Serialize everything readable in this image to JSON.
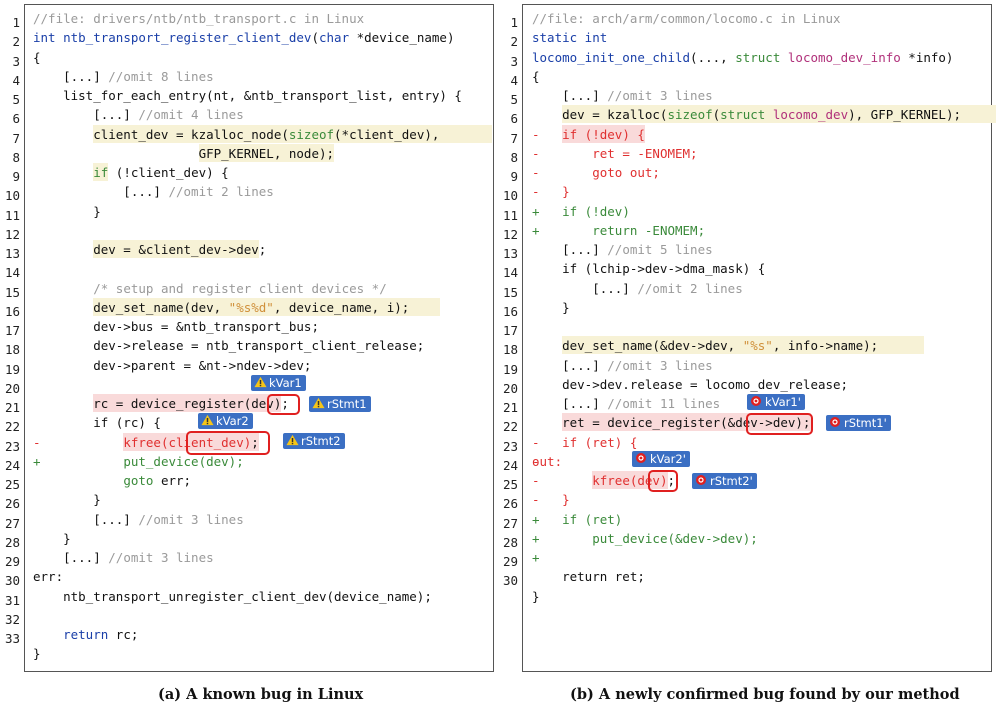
{
  "captions": {
    "a": "(a) A known bug in Linux",
    "b": "(b) A newly confirmed bug found by our method"
  },
  "colors": {
    "keyword": "#1a3fa8",
    "comment": "#9a9a9a",
    "string": "#d0903a",
    "type": "#3a8a3a",
    "struct_name": "#b0307a",
    "function": "#1a3fa8",
    "minus": "#e03030",
    "plus": "#3a8a3a",
    "badge": "#3b6fc3",
    "highlight_yellow": "#f7f2d6",
    "highlight_red": "#f9dada",
    "box": "#e02020"
  },
  "panel_a": {
    "line_numbers": [
      "1",
      "2",
      "3",
      "4",
      "5",
      "6",
      "7",
      "8",
      "9",
      "10",
      "11",
      "12",
      "13",
      "14",
      "15",
      "16",
      "17",
      "18",
      "19",
      "20",
      "21",
      "22",
      "23",
      "24",
      "25",
      "26",
      "27",
      "28",
      "29",
      "30",
      "31",
      "32",
      "33"
    ],
    "lines": [
      [
        [
          "comment",
          "//file: drivers/ntb/ntb_transport.c in Linux"
        ]
      ],
      [
        [
          "keyword",
          "int "
        ],
        [
          "function",
          "ntb_transport_register_client_dev"
        ],
        [
          "plain",
          "("
        ],
        [
          "keyword",
          "char"
        ],
        [
          "plain",
          " *device_name)"
        ]
      ],
      [
        [
          "plain",
          "{"
        ]
      ],
      [
        [
          "plain",
          "    [...] "
        ],
        [
          "comment",
          "//omit 8 lines"
        ]
      ],
      [
        [
          "plain",
          "    list_for_each_entry(nt, &ntb_transport_list, entry) {"
        ]
      ],
      [
        [
          "plain",
          "        [...] "
        ],
        [
          "comment",
          "//omit 4 lines"
        ]
      ],
      [
        [
          "plain",
          "        client_dev = kzalloc_node("
        ],
        [
          "type",
          "sizeof"
        ],
        [
          "plain",
          "(*client_dev),"
        ]
      ],
      [
        [
          "plain",
          "                      GFP_KERNEL, node);"
        ]
      ],
      [
        [
          "plain",
          "        "
        ],
        [
          "type",
          "if"
        ],
        [
          "plain",
          " (!client_dev) {"
        ]
      ],
      [
        [
          "plain",
          "            [...] "
        ],
        [
          "comment",
          "//omit 2 lines"
        ]
      ],
      [
        [
          "plain",
          "        }"
        ]
      ],
      [
        [
          "plain",
          ""
        ]
      ],
      [
        [
          "plain",
          "        dev = &client_dev->dev;"
        ]
      ],
      [
        [
          "plain",
          ""
        ]
      ],
      [
        [
          "plain",
          "        "
        ],
        [
          "comment",
          "/* setup and register client devices */"
        ]
      ],
      [
        [
          "plain",
          "        dev_set_name(dev, "
        ],
        [
          "string",
          "\"%s%d\""
        ],
        [
          "plain",
          ", device_name, i);"
        ]
      ],
      [
        [
          "plain",
          "        dev->bus = &ntb_transport_bus;"
        ]
      ],
      [
        [
          "plain",
          "        dev->release = ntb_transport_client_release;"
        ]
      ],
      [
        [
          "plain",
          "        dev->parent = &nt->ndev->dev;"
        ]
      ],
      [
        [
          "plain",
          ""
        ]
      ],
      [
        [
          "plain",
          "        rc = device_register(dev);"
        ]
      ],
      [
        [
          "plain",
          "        if (rc) {"
        ]
      ],
      [
        [
          "plain",
          "            "
        ],
        [
          "minus",
          "kfree(client_dev)"
        ],
        [
          "plain",
          ";"
        ]
      ],
      [
        [
          "plain",
          "            "
        ],
        [
          "plus",
          "put_device(dev);"
        ]
      ],
      [
        [
          "plain",
          "            "
        ],
        [
          "plus",
          "goto"
        ],
        [
          "plain",
          " err;"
        ]
      ],
      [
        [
          "plain",
          "        }"
        ]
      ],
      [
        [
          "plain",
          "        [...] "
        ],
        [
          "comment",
          "//omit 3 lines"
        ]
      ],
      [
        [
          "plain",
          "    }"
        ]
      ],
      [
        [
          "plain",
          "    [...] "
        ],
        [
          "comment",
          "//omit 3 lines"
        ]
      ],
      [
        [
          "plain",
          "err:"
        ]
      ],
      [
        [
          "plain",
          "    ntb_transport_unregister_client_dev(device_name);"
        ]
      ],
      [
        [
          "plain",
          ""
        ]
      ],
      [
        [
          "plain",
          "    "
        ],
        [
          "keyword",
          "return"
        ],
        [
          "plain",
          " rc;"
        ]
      ],
      [
        [
          "plain",
          "}"
        ]
      ]
    ],
    "diff_marks": [
      {
        "line": 22,
        "mark": "-"
      },
      {
        "line": 23,
        "mark": "+"
      }
    ],
    "badges": {
      "kvar1": "kVar1",
      "rstmt1": "rStmt1",
      "kvar2": "kVar2",
      "rstmt2": "rStmt2"
    }
  },
  "panel_b": {
    "line_numbers": [
      "1",
      "2",
      "3",
      "4",
      "5",
      "6",
      "7",
      "8",
      "9",
      "10",
      "11",
      "12",
      "13",
      "14",
      "15",
      "16",
      "17",
      "18",
      "19",
      "20",
      "21",
      "22",
      "23",
      "24",
      "25",
      "26",
      "27",
      "28",
      "29",
      "30"
    ],
    "lines": [
      [
        [
          "comment",
          "//file: arch/arm/common/locomo.c in Linux"
        ]
      ],
      [
        [
          "keyword",
          "static int"
        ]
      ],
      [
        [
          "function",
          "locomo_init_one_child"
        ],
        [
          "plain",
          "(..., "
        ],
        [
          "type",
          "struct "
        ],
        [
          "struct_name",
          "locomo_dev_info"
        ],
        [
          "plain",
          " *info)"
        ]
      ],
      [
        [
          "plain",
          "{"
        ]
      ],
      [
        [
          "plain",
          "    [...] "
        ],
        [
          "comment",
          "//omit 3 lines"
        ]
      ],
      [
        [
          "plain",
          "    dev = kzalloc("
        ],
        [
          "type",
          "sizeof"
        ],
        [
          "plain",
          "("
        ],
        [
          "type",
          "struct "
        ],
        [
          "struct_name",
          "locomo_dev"
        ],
        [
          "plain",
          "), GFP_KERNEL);"
        ]
      ],
      [
        [
          "plain",
          "    "
        ],
        [
          "minus",
          "if (!dev) {"
        ]
      ],
      [
        [
          "plain",
          "        "
        ],
        [
          "minus",
          "ret = -ENOMEM;"
        ]
      ],
      [
        [
          "plain",
          "        "
        ],
        [
          "minus",
          "goto out;"
        ]
      ],
      [
        [
          "plain",
          "    "
        ],
        [
          "minus",
          "}"
        ]
      ],
      [
        [
          "plain",
          "    "
        ],
        [
          "plus",
          "if (!dev)"
        ]
      ],
      [
        [
          "plain",
          "        "
        ],
        [
          "plus",
          "return -ENOMEM;"
        ]
      ],
      [
        [
          "plain",
          "    [...] "
        ],
        [
          "comment",
          "//omit 5 lines"
        ]
      ],
      [
        [
          "plain",
          "    if (lchip->dev->dma_mask) {"
        ]
      ],
      [
        [
          "plain",
          "        [...] "
        ],
        [
          "comment",
          "//omit 2 lines"
        ]
      ],
      [
        [
          "plain",
          "    }"
        ]
      ],
      [
        [
          "plain",
          ""
        ]
      ],
      [
        [
          "plain",
          "    dev_set_name(&dev->dev, "
        ],
        [
          "string",
          "\"%s\""
        ],
        [
          "plain",
          ", info->name);"
        ]
      ],
      [
        [
          "plain",
          "    [...] "
        ],
        [
          "comment",
          "//omit 3 lines"
        ]
      ],
      [
        [
          "plain",
          "    dev->dev.release = locomo_dev_release;"
        ]
      ],
      [
        [
          "plain",
          "    [...] "
        ],
        [
          "comment",
          "//omit 11 lines"
        ]
      ],
      [
        [
          "plain",
          "    ret = device_register(&dev->dev);"
        ]
      ],
      [
        [
          "plain",
          "    "
        ],
        [
          "minus",
          "if (ret) {"
        ]
      ],
      [
        [
          "minus",
          "out:"
        ]
      ],
      [
        [
          "plain",
          "        "
        ],
        [
          "minus",
          "kfree(dev)"
        ],
        [
          "plain",
          ";"
        ]
      ],
      [
        [
          "plain",
          "    "
        ],
        [
          "minus",
          "}"
        ]
      ],
      [
        [
          "plain",
          "    "
        ],
        [
          "plus",
          "if (ret)"
        ]
      ],
      [
        [
          "plain",
          "        "
        ],
        [
          "plus",
          "put_device(&dev->dev);"
        ]
      ],
      [
        [
          "plain",
          ""
        ]
      ],
      [
        [
          "plain",
          "    return ret;"
        ]
      ],
      [
        [
          "plain",
          "}"
        ]
      ]
    ],
    "diff_marks": [
      {
        "line": 6,
        "mark": "-"
      },
      {
        "line": 7,
        "mark": "-"
      },
      {
        "line": 8,
        "mark": "-"
      },
      {
        "line": 9,
        "mark": "-"
      },
      {
        "line": 10,
        "mark": "+"
      },
      {
        "line": 11,
        "mark": "+"
      },
      {
        "line": 22,
        "mark": "-"
      },
      {
        "line": 23,
        "mark": "-"
      },
      {
        "line": 24,
        "mark": "-"
      },
      {
        "line": 25,
        "mark": "-"
      },
      {
        "line": 26,
        "mark": "+"
      },
      {
        "line": 27,
        "mark": "+"
      },
      {
        "line": 28,
        "mark": "+"
      }
    ],
    "badges": {
      "kvar1": "kVar1'",
      "rstmt1": "rStmt1'",
      "kvar2": "kVar2'",
      "rstmt2": "rStmt2'"
    }
  }
}
